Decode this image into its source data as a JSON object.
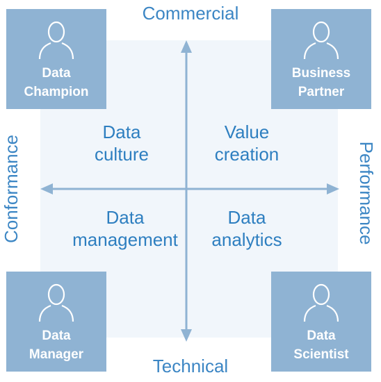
{
  "axes": {
    "top": "Commercial",
    "bottom": "Technical",
    "left": "Conformance",
    "right": "Performance"
  },
  "quadrants": {
    "top_left": {
      "line1": "Data",
      "line2": "culture"
    },
    "top_right": {
      "line1": "Value",
      "line2": "creation"
    },
    "bottom_left": {
      "line1": "Data",
      "line2": "management"
    },
    "bottom_right": {
      "line1": "Data",
      "line2": "analytics"
    }
  },
  "roles": {
    "top_left": {
      "line1": "Data",
      "line2": "Champion",
      "icon": "person-icon"
    },
    "top_right": {
      "line1": "Business",
      "line2": "Partner",
      "icon": "person-icon"
    },
    "bottom_left": {
      "line1": "Data",
      "line2": "Manager",
      "icon": "person-icon"
    },
    "bottom_right": {
      "line1": "Data",
      "line2": "Scientist",
      "icon": "person-icon"
    }
  },
  "colors": {
    "axis_text": "#3c86c4",
    "quadrant_text": "#2e7fc0",
    "role_box": "#8fb3d3",
    "arrow": "#8fb3d3",
    "plane": "#f1f6fb"
  }
}
